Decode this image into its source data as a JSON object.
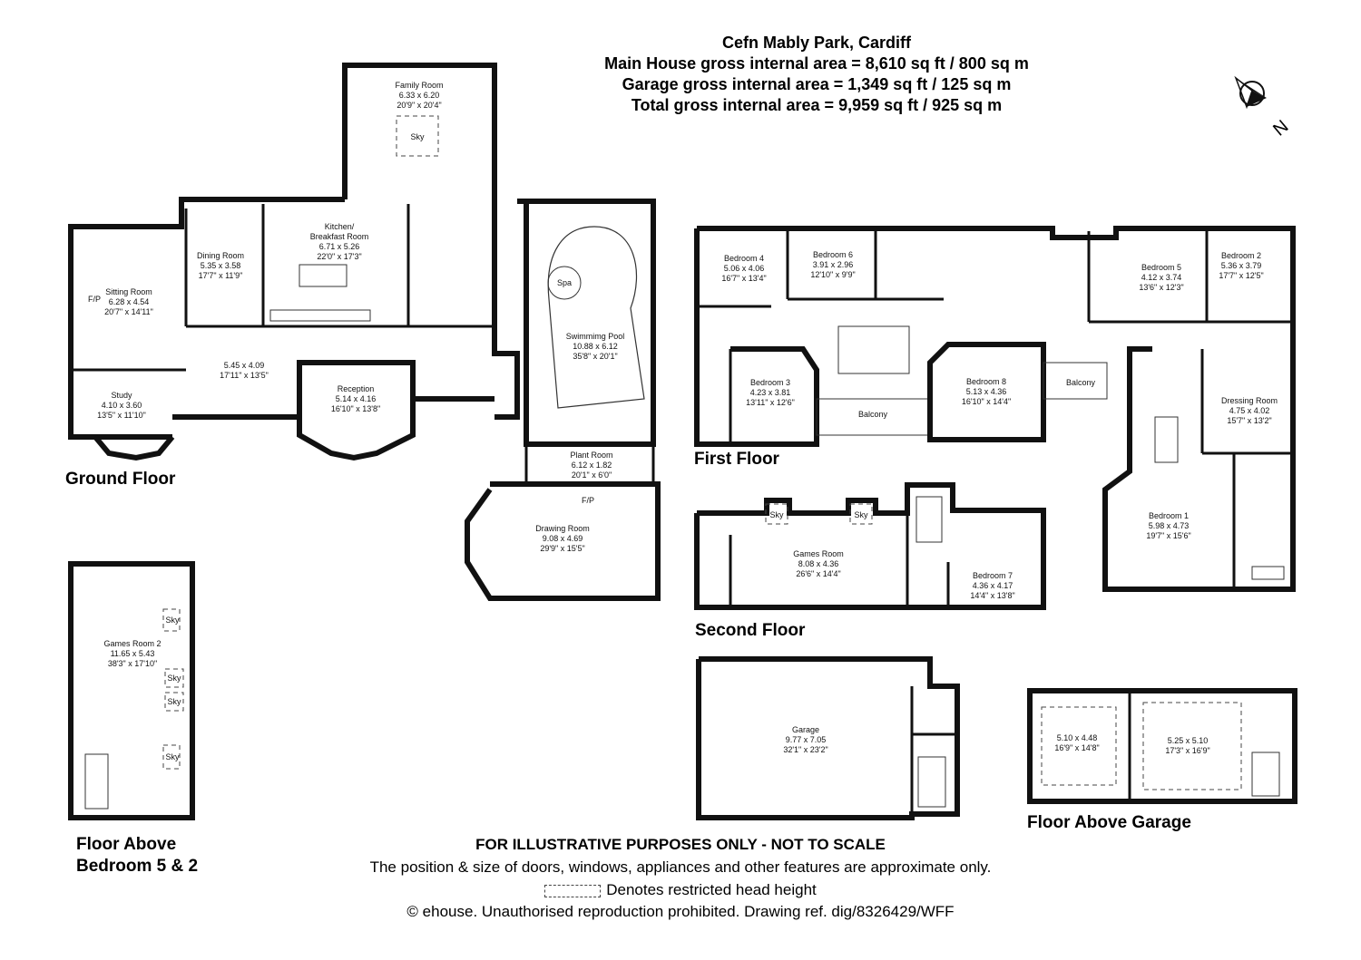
{
  "header": {
    "title": "Cefn Mably Park, Cardiff",
    "main_house_area": "Main House gross internal area = 8,610 sq ft / 800 sq m",
    "garage_area": "Garage gross internal area = 1,349 sq ft / 125 sq m",
    "total_area": "Total gross internal area = 9,959 sq ft / 925 sq m"
  },
  "compass": {
    "label": "N",
    "icon": "north-arrow-icon"
  },
  "floors": {
    "ground": "Ground Floor",
    "first": "First Floor",
    "second": "Second Floor",
    "above_bed_line1": "Floor Above",
    "above_bed_line2": "Bedroom 5 & 2",
    "above_garage": "Floor Above Garage"
  },
  "rooms": {
    "family": {
      "name": "Family Room",
      "metric": "6.33 x 6.20",
      "imperial": "20'9\" x 20'4\""
    },
    "kitchen": {
      "name1": "Kitchen/",
      "name2": "Breakfast Room",
      "metric": "6.71 x 5.26",
      "imperial": "22'0\" x 17'3\""
    },
    "dining": {
      "name": "Dining Room",
      "metric": "5.35 x 3.58",
      "imperial": "17'7\" x 11'9\""
    },
    "sitting": {
      "name": "Sitting Room",
      "metric": "6.28 x 4.54",
      "imperial": "20'7\" x 14'11\""
    },
    "hall": {
      "metric": "5.45 x 4.09",
      "imperial": "17'11\" x 13'5\""
    },
    "study": {
      "name": "Study",
      "metric": "4.10 x 3.60",
      "imperial": "13'5\" x 11'10\""
    },
    "reception": {
      "name": "Reception",
      "metric": "5.14 x 4.16",
      "imperial": "16'10\" x 13'8\""
    },
    "pool": {
      "name": "Swimmimg Pool",
      "metric": "10.88 x 6.12",
      "imperial": "35'8\" x 20'1\""
    },
    "spa": {
      "name": "Spa"
    },
    "plant": {
      "name": "Plant Room",
      "metric": "6.12 x 1.82",
      "imperial": "20'1\" x 6'0\""
    },
    "drawing": {
      "name": "Drawing Room",
      "metric": "9.08 x 4.69",
      "imperial": "29'9\" x 15'5\""
    },
    "bed4": {
      "name": "Bedroom 4",
      "metric": "5.06 x 4.06",
      "imperial": "16'7\" x 13'4\""
    },
    "bed6": {
      "name": "Bedroom 6",
      "metric": "3.91 x 2.96",
      "imperial": "12'10\" x 9'9\""
    },
    "bed5": {
      "name": "Bedroom 5",
      "metric": "4.12 x 3.74",
      "imperial": "13'6\" x 12'3\""
    },
    "bed2": {
      "name": "Bedroom 2",
      "metric": "5.36 x 3.79",
      "imperial": "17'7\" x 12'5\""
    },
    "bed3": {
      "name": "Bedroom 3",
      "metric": "4.23 x 3.81",
      "imperial": "13'11\" x 12'6\""
    },
    "bed8": {
      "name": "Bedroom 8",
      "metric": "5.13 x 4.36",
      "imperial": "16'10\" x 14'4\""
    },
    "dressing": {
      "name": "Dressing Room",
      "metric": "4.75 x 4.02",
      "imperial": "15'7\" x 13'2\""
    },
    "bed1": {
      "name": "Bedroom 1",
      "metric": "5.98 x 4.73",
      "imperial": "19'7\" x 15'6\""
    },
    "balcony1": {
      "name": "Balcony"
    },
    "balcony2": {
      "name": "Balcony"
    },
    "games": {
      "name": "Games Room",
      "metric": "8.08 x 4.36",
      "imperial": "26'6\" x 14'4\""
    },
    "bed7": {
      "name": "Bedroom 7",
      "metric": "4.36 x 4.17",
      "imperial": "14'4\" x 13'8\""
    },
    "games2": {
      "name": "Games Room 2",
      "metric": "11.65 x 5.43",
      "imperial": "38'3\" x 17'10\""
    },
    "garage": {
      "name": "Garage",
      "metric": "9.77 x 7.05",
      "imperial": "32'1\" x 23'2\""
    },
    "above_garage_a": {
      "metric": "5.10 x 4.48",
      "imperial": "16'9\" x 14'8\""
    },
    "above_garage_b": {
      "metric": "5.25 x 5.10",
      "imperial": "17'3\" x 16'9\""
    }
  },
  "symbols": {
    "sky": "Sky",
    "fireplace": "F/P"
  },
  "footer": {
    "disclaimer": "FOR ILLUSTRATIVE PURPOSES ONLY - NOT TO SCALE",
    "approx": "The position & size of doors, windows, appliances and other features are approximate only.",
    "legend": "Denotes restricted head height",
    "copyright": "© ehouse. Unauthorised reproduction prohibited. Drawing ref. dig/8326429/WFF"
  }
}
